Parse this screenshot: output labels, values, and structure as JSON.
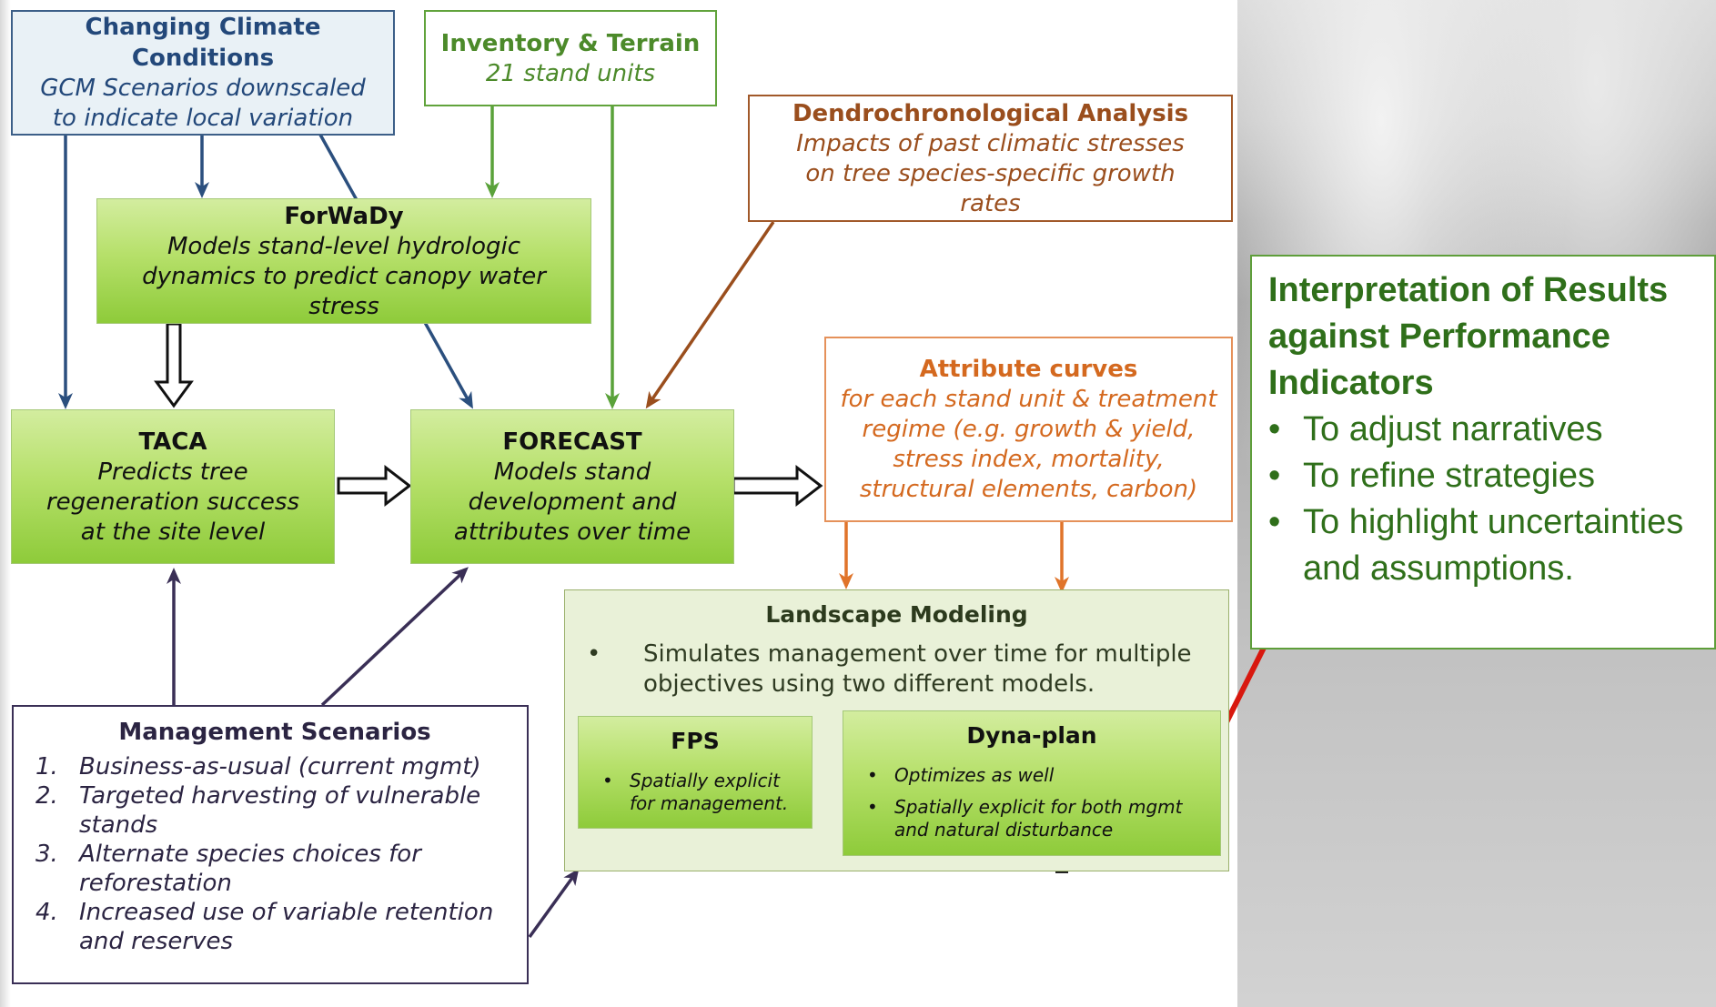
{
  "boxes": {
    "climate": {
      "title": "Changing Climate Conditions",
      "subtitle": "GCM Scenarios downscaled to indicate local variation"
    },
    "inventory": {
      "title": "Inventory & Terrain",
      "subtitle": "21 stand units"
    },
    "dendro": {
      "title": "Dendrochronological Analysis",
      "subtitle": "Impacts of past climatic stresses on tree species-specific growth rates"
    },
    "forwady": {
      "title": "ForWaDy",
      "subtitle": "Models stand-level hydrologic dynamics to predict canopy water stress"
    },
    "taca": {
      "title": "TACA",
      "subtitle": "Predicts tree regeneration success at the site level"
    },
    "forecast": {
      "title": "FORECAST",
      "subtitle": "Models stand development and attributes over time"
    },
    "attribute": {
      "title": "Attribute curves",
      "subtitle": "for each stand unit & treatment regime (e.g. growth & yield, stress index, mortality, structural elements, carbon)"
    }
  },
  "management": {
    "title": "Management Scenarios",
    "items": [
      {
        "num": "1.",
        "text": "Business-as-usual (current mgmt)"
      },
      {
        "num": "2.",
        "text": "Targeted harvesting of vulnerable stands"
      },
      {
        "num": "3.",
        "text": "Alternate species choices for reforestation"
      },
      {
        "num": "4.",
        "text": "Increased use of variable retention and reserves"
      }
    ]
  },
  "landscape": {
    "title": "Landscape Modeling",
    "bullet": "Simulates management over time for multiple objectives using two different models.",
    "bullet_marker": "•",
    "fps": {
      "title": "FPS",
      "items": [
        "Spatially explicit for management."
      ]
    },
    "dynaplan": {
      "title": "Dyna-plan",
      "items": [
        "Optimizes as well",
        "Spatially explicit for both mgmt and natural disturbance"
      ]
    }
  },
  "interpretation": {
    "title": "Interpretation of Results against Performance Indicators",
    "bullet_marker": "•",
    "items": [
      "To adjust narratives",
      "To refine strategies",
      "To highlight uncertainties and assumptions."
    ]
  },
  "colors": {
    "blue_arrow": "#2b4f7e",
    "green_arrow": "#5aa23a",
    "brown_arrow": "#9a4e1d",
    "orange_arrow": "#e0742a",
    "purple_arrow": "#3a2f56",
    "red_arrow": "#d8180f"
  }
}
